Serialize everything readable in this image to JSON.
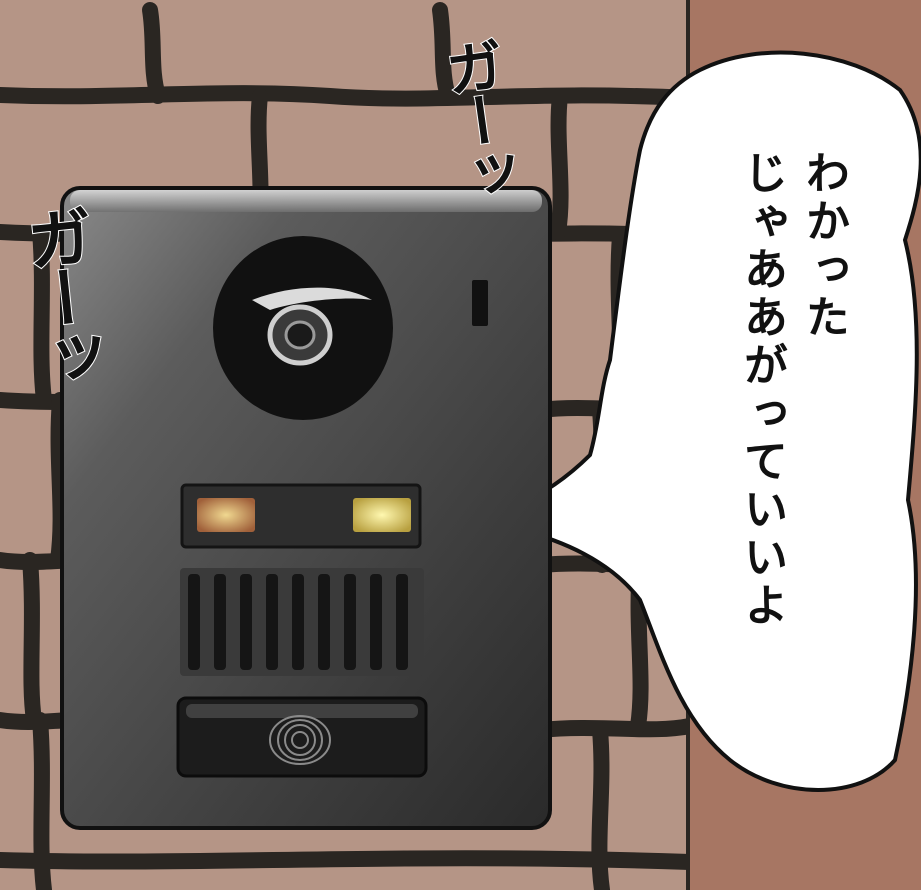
{
  "speech_bubble": {
    "lines": [
      "わかった",
      "じゃああがっていいよ"
    ]
  },
  "sound_effects": {
    "top": "ガーッ",
    "left": "ガーッ"
  },
  "colors": {
    "brick": "#b59586",
    "mortar": "#2a2622",
    "wall_right": "#a77663",
    "intercom_body": "#5a5a5a",
    "camera": "#111111",
    "led_left": "#c8b070",
    "led_right": "#e8e080"
  }
}
